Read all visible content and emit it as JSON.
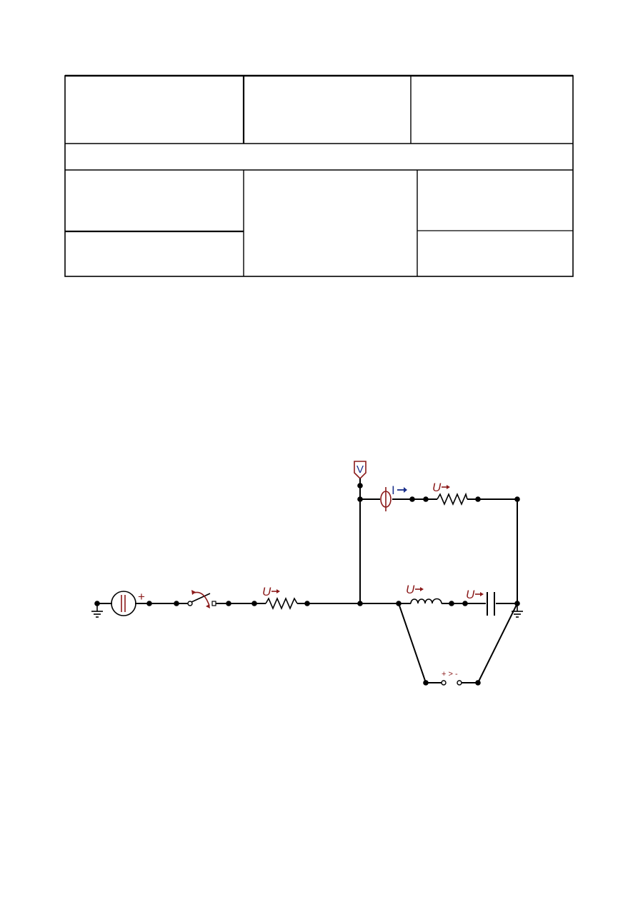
{
  "table": {
    "row1": [
      "",
      "",
      ""
    ],
    "row2": [
      ""
    ],
    "row3": [
      "",
      "",
      ""
    ],
    "row4": [
      "",
      ""
    ]
  },
  "schematic": {
    "labels": {
      "voltmeter": "V",
      "source_plus": "+",
      "resistor1_u": "U",
      "resistor2_u": "U",
      "inductor_u": "U",
      "capacitor_u": "U",
      "ammeter_i": "I",
      "comparator": "+ > -"
    },
    "colors": {
      "wire": "#000000",
      "meter_red": "#8b1a1a",
      "ammeter_blue": "#1a2f8b"
    },
    "icons": [
      "dc-source-icon",
      "switch-icon",
      "resistor-icon",
      "inductor-icon",
      "capacitor-icon",
      "voltmeter-icon",
      "ammeter-icon",
      "ground-icon",
      "comparator-switch-icon"
    ]
  }
}
